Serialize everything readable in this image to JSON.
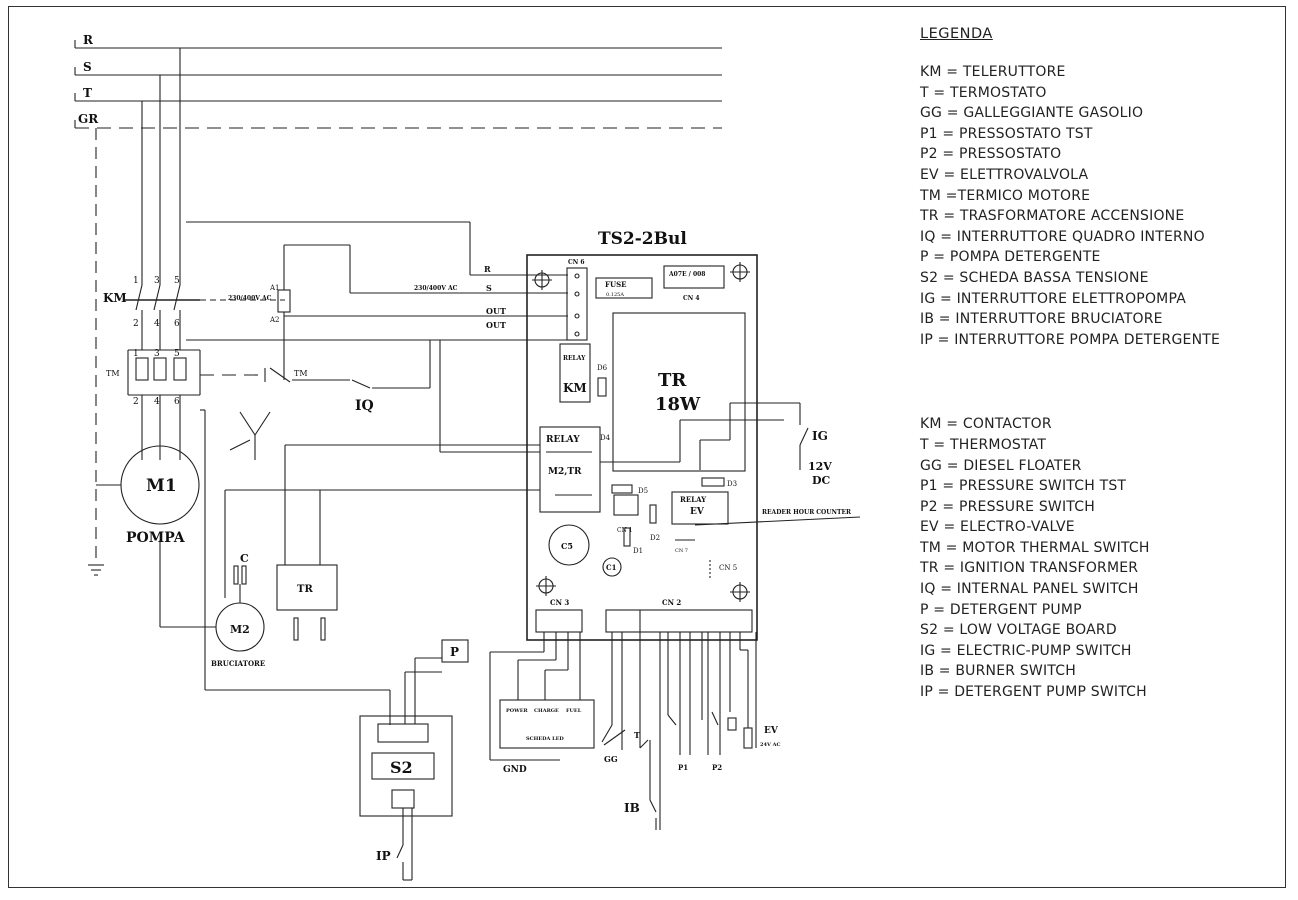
{
  "board": {
    "title": "TS2-2Bul",
    "cn6": "CN 6",
    "cn4": "CN 4",
    "cn3": "CN 3",
    "cn2": "CN 2",
    "cn5": "CN 5",
    "cn1": "CN 1",
    "cn7": "CN 7",
    "fuse": "FUSE",
    "fuse_rating": "0.125A",
    "cn4_label": "A07E / 008",
    "relay_km": [
      "RELAY",
      "KM"
    ],
    "relay_m2tr": [
      "RELAY",
      "M2,TR"
    ],
    "relay_ev": [
      "RELAY",
      "EV"
    ],
    "tr": [
      "TR",
      "18W"
    ],
    "c5": "C5",
    "c1": "C1",
    "d1": "D1",
    "d2": "D2",
    "d3": "D3",
    "d4": "D4",
    "d5": "D5",
    "d6": "D6",
    "hour_counter": "READER HOUR COUNTER"
  },
  "lines": {
    "r": "R",
    "s": "S",
    "t": "T",
    "gr": "GR"
  },
  "inputs": {
    "r": "R",
    "s": "S",
    "out1": "OUT",
    "out2": "OUT",
    "voltage": "230/400V AC"
  },
  "km": {
    "label": "KM",
    "top": [
      "1",
      "3",
      "5"
    ],
    "bottom": [
      "2",
      "4",
      "6"
    ],
    "a1": "A1",
    "a2": "A2",
    "coil_voltage": "230/400V AC"
  },
  "tm": {
    "label": "TM",
    "top": [
      "1",
      "3",
      "5"
    ],
    "bottom": [
      "2",
      "4",
      "6"
    ],
    "contact": "TM"
  },
  "iq": "IQ",
  "m1": {
    "label": "M1",
    "name": "POMPA"
  },
  "m2": {
    "label": "M2",
    "name": "BRUCIATORE",
    "c": "C"
  },
  "tr_box": "TR",
  "p_box": "P",
  "s2": "S2",
  "ip": "IP",
  "ig": {
    "label": "IG",
    "voltage": [
      "12V",
      "DC"
    ]
  },
  "led": {
    "labels": [
      "POWER",
      "CHARGE",
      "FUEL"
    ],
    "name": "SCHEDA LED",
    "gnd": "GND"
  },
  "bottom_switches": {
    "gg": "GG",
    "t": "T",
    "ib": "IB",
    "p1": "P1",
    "p2": "P2",
    "ev": "EV",
    "ev_v": "24V AC"
  },
  "legend": {
    "title": "LEGENDA",
    "it": [
      "KM = TELERUTTORE",
      "T = TERMOSTATO",
      "GG = GALLEGGIANTE GASOLIO",
      "P1 = PRESSOSTATO TST",
      "P2 = PRESSOSTATO",
      "EV = ELETTROVALVOLA",
      "TM =TERMICO MOTORE",
      "TR = TRASFORMATORE ACCENSIONE",
      "IQ = INTERRUTTORE QUADRO INTERNO",
      "P = POMPA DETERGENTE",
      "S2 = SCHEDA BASSA TENSIONE",
      "IG = INTERRUTTORE ELETTROPOMPA",
      "IB = INTERRUTTORE BRUCIATORE",
      "IP = INTERRUTTORE POMPA DETERGENTE"
    ],
    "en": [
      "KM = CONTACTOR",
      "T = THERMOSTAT",
      "GG = DIESEL FLOATER",
      "P1 = PRESSURE SWITCH TST",
      "P2 = PRESSURE SWITCH",
      "EV = ELECTRO-VALVE",
      "TM = MOTOR THERMAL SWITCH",
      "TR = IGNITION TRANSFORMER",
      "IQ = INTERNAL PANEL SWITCH",
      "P = DETERGENT PUMP",
      "S2 = LOW VOLTAGE BOARD",
      "IG = ELECTRIC-PUMP SWITCH",
      "IB = BURNER SWITCH",
      "IP = DETERGENT PUMP SWITCH"
    ]
  }
}
